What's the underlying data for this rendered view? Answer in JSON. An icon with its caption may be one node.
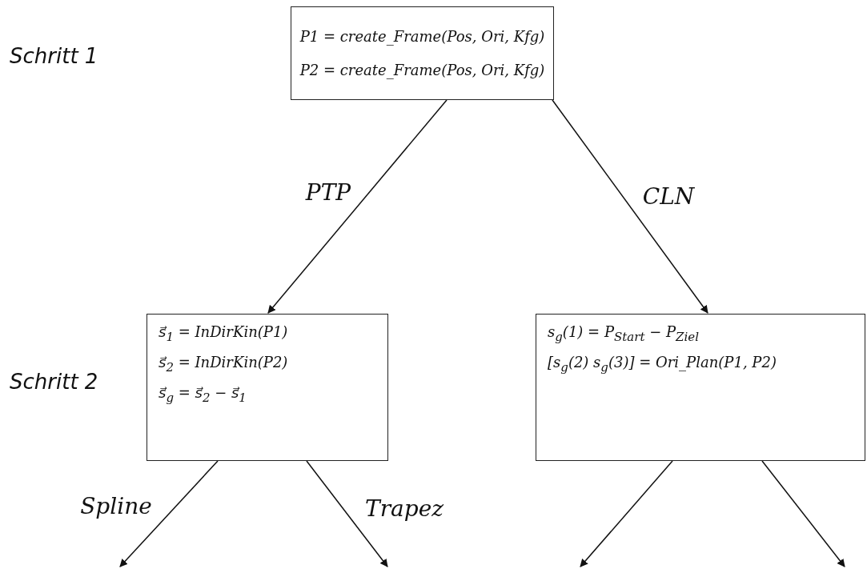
{
  "diagram": {
    "nodes": [
      {
        "text": [
          "P1 = create_Frame(Pos, Ori, Kfg)",
          "P2 = create_Frame(Pos, Ori, Kfg)"
        ]
      },
      {
        "text": [
          "s⃗$_{1}$ = InDirKin(P1)",
          "s⃗$_{2}$ = InDirKin(P2)",
          "s⃗$_{g}$ = s⃗$_{2}$ − s⃗$_{1}$"
        ]
      },
      {
        "text": [
          "s$_{g}$(1) = P$_{Start}$ − P$_{Ziel}$",
          "[s$_{g}$(2) s$_{g}$(3)] = Ori_Plan(P1, P2)"
        ]
      }
    ],
    "edges": [
      {
        "from": 0,
        "to": 1,
        "arrow": "to",
        "label": "PTP"
      },
      {
        "from": 0,
        "to": 2,
        "arrow": "to",
        "label": "CLN"
      },
      {
        "from": 1,
        "to": null,
        "arrow": "to",
        "label": "Spline"
      },
      {
        "from": 1,
        "to": null,
        "arrow": "to",
        "label": "Trapez"
      },
      {
        "from": 2,
        "to": null,
        "arrow": "to"
      },
      {
        "from": 2,
        "to": null,
        "arrow": "to"
      }
    ],
    "labels": [
      "Schritt 1",
      "Schritt 2"
    ]
  }
}
